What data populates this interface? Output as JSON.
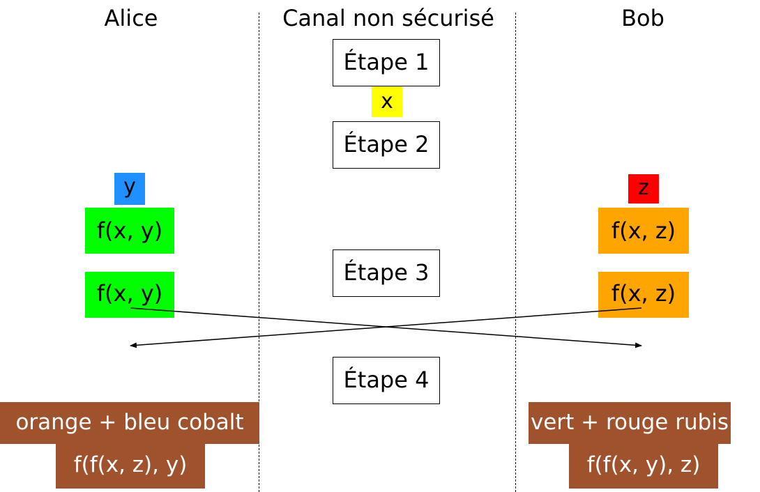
{
  "headings": {
    "alice": "Alice",
    "channel": "Canal non sécurisé",
    "bob": "Bob"
  },
  "steps": [
    "Étape 1",
    "Étape 2",
    "Étape 3",
    "Étape 4"
  ],
  "public_value": {
    "label": "x",
    "color": "#ffff00"
  },
  "alice": {
    "secret": {
      "label": "y",
      "color": "#1e90ff"
    },
    "mixed": {
      "label": "f(x, y)",
      "color": "#00ff00"
    },
    "result_colors": "orange + bleu cobalt",
    "result_formula": "f(f(x, z), y)"
  },
  "bob": {
    "secret": {
      "label": "z",
      "color": "#ff0000"
    },
    "mixed": {
      "label": "f(x, z)",
      "color": "#ffa500"
    },
    "result_colors": "vert + rouge rubis",
    "result_formula": "f(f(x, y), z)"
  },
  "result_color": "#a0522d"
}
